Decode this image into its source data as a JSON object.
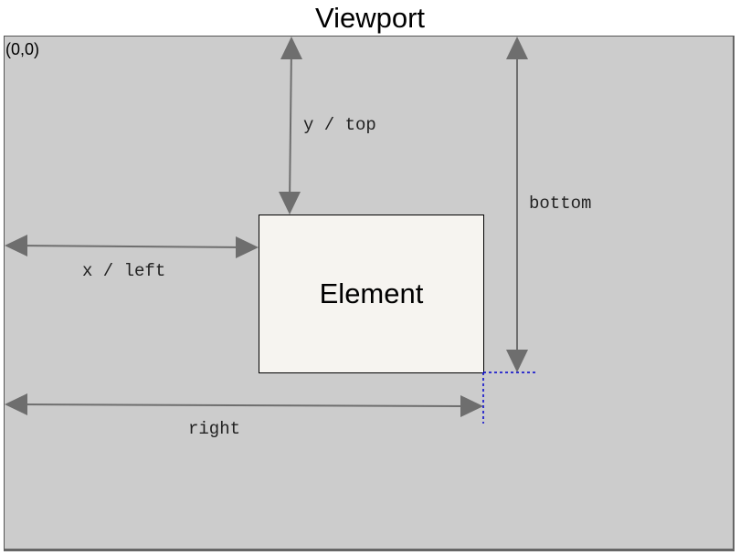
{
  "viewport": {
    "title": "Viewport",
    "origin_label": "(0,0)"
  },
  "element": {
    "label": "Element"
  },
  "measurements": {
    "top_label": "y / top",
    "left_label": "x / left",
    "bottom_label": "bottom",
    "right_label": "right"
  },
  "colors": {
    "viewport_fill": "#cccccc",
    "element_fill": "#f6f4f0",
    "arrow": "#6e6e6e",
    "guide_lines": "#0000cc"
  }
}
